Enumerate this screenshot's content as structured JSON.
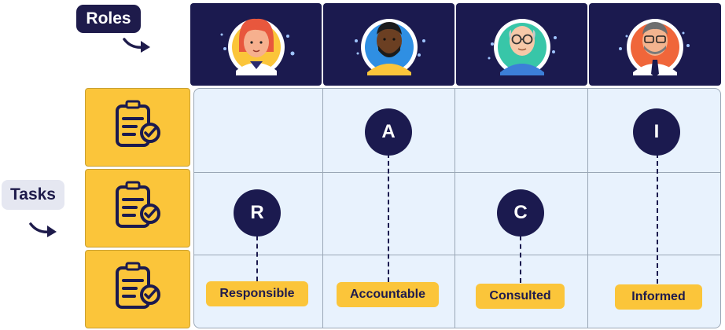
{
  "labels": {
    "roles": "Roles",
    "tasks": "Tasks"
  },
  "assignments": [
    {
      "letter": "R",
      "name": "Responsible"
    },
    {
      "letter": "A",
      "name": "Accountable"
    },
    {
      "letter": "C",
      "name": "Consulted"
    },
    {
      "letter": "I",
      "name": "Informed"
    }
  ],
  "colors": {
    "navy": "#1b1a4f",
    "yellow": "#fbc53a",
    "cell": "#e8f2fd"
  },
  "icons": {
    "roles": [
      "avatar-woman-red-hair-icon",
      "avatar-man-beard-icon",
      "avatar-man-glasses-bald-icon",
      "avatar-man-tie-icon"
    ],
    "tasks": "task-checklist-icon"
  }
}
